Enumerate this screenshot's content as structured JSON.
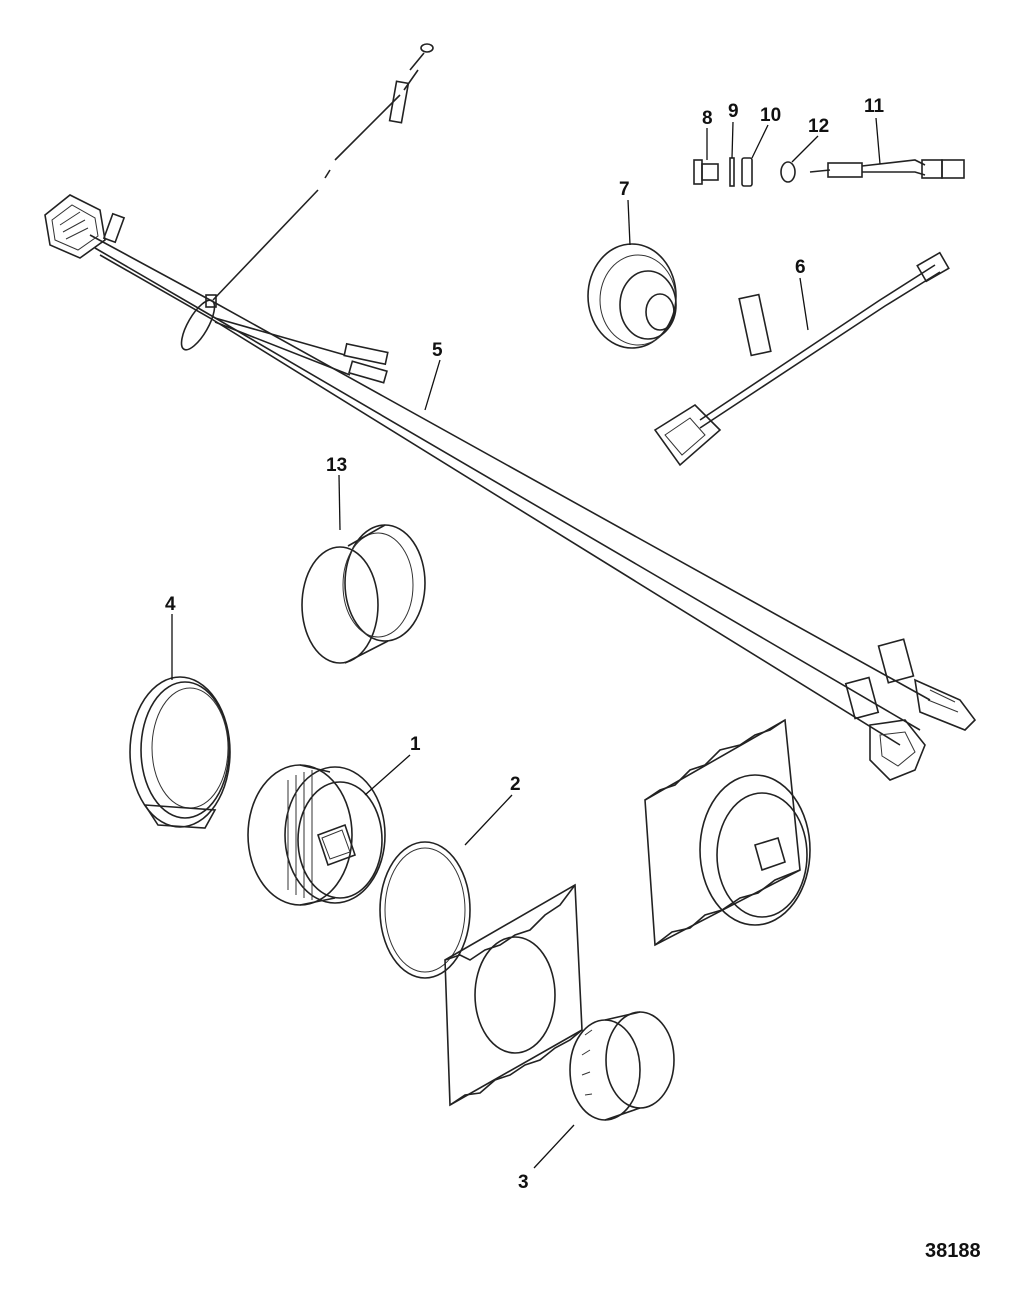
{
  "diagram": {
    "callouts": [
      "1",
      "2",
      "3",
      "4",
      "5",
      "6",
      "7",
      "8",
      "9",
      "10",
      "11",
      "12",
      "13"
    ],
    "figure_id": "38188"
  }
}
